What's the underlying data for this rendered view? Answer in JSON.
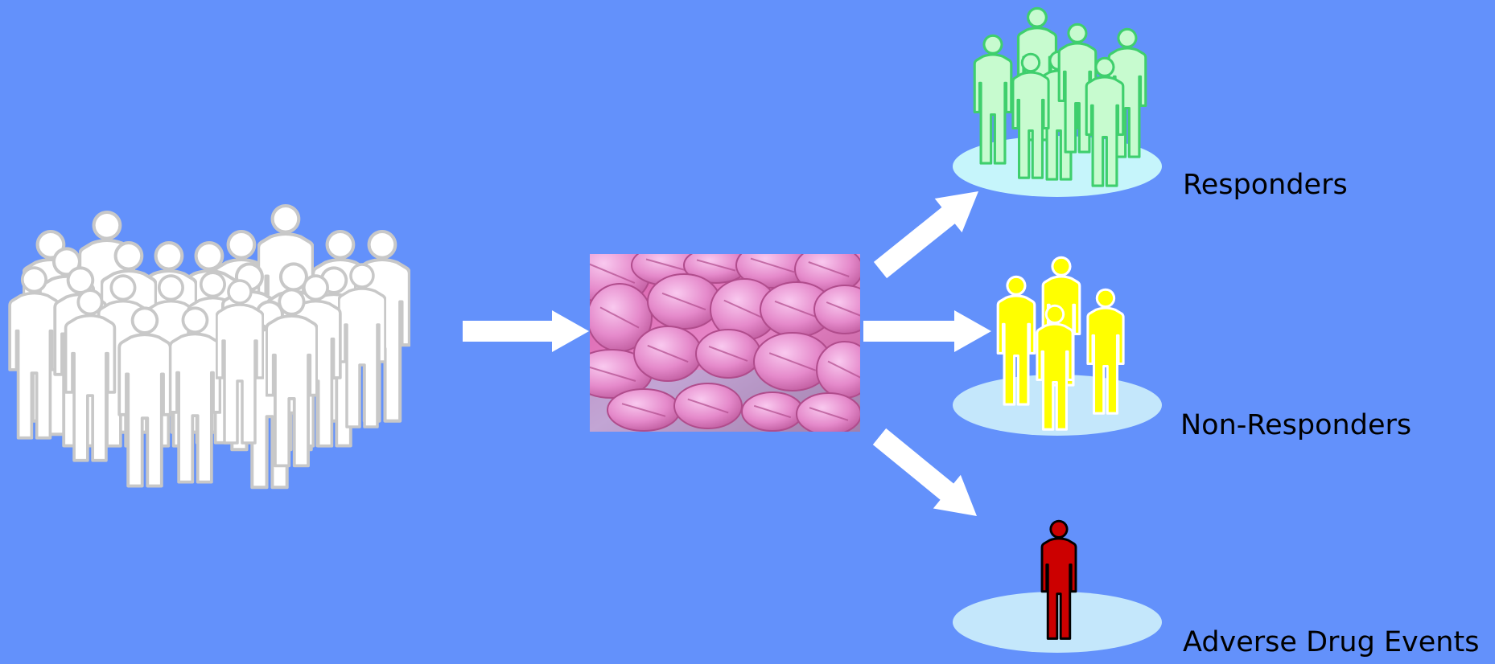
{
  "colors": {
    "background": "#6391fb",
    "population": "#ffffff",
    "population_outline": "#c8c8c8",
    "responders": "#c7fbcf",
    "responders_outline": "#3fcf6d",
    "non_responders": "#ffff00",
    "non_responders_outline": "#ffffff",
    "adverse": "#cc0000",
    "adverse_outline": "#000000",
    "platform": "#c4e7fb",
    "platform_responders": "#c6f5fb",
    "arrow": "#ffffff"
  },
  "icons": {
    "population": "people-group-icon",
    "drug": "pills-image",
    "responders": "people-group-icon",
    "non_responders": "people-group-icon",
    "adverse": "person-icon",
    "arrow": "arrow-icon"
  },
  "outcomes": {
    "responders": "Responders",
    "non_responders": "Non-Responders",
    "adverse": "Adverse Drug Events"
  }
}
